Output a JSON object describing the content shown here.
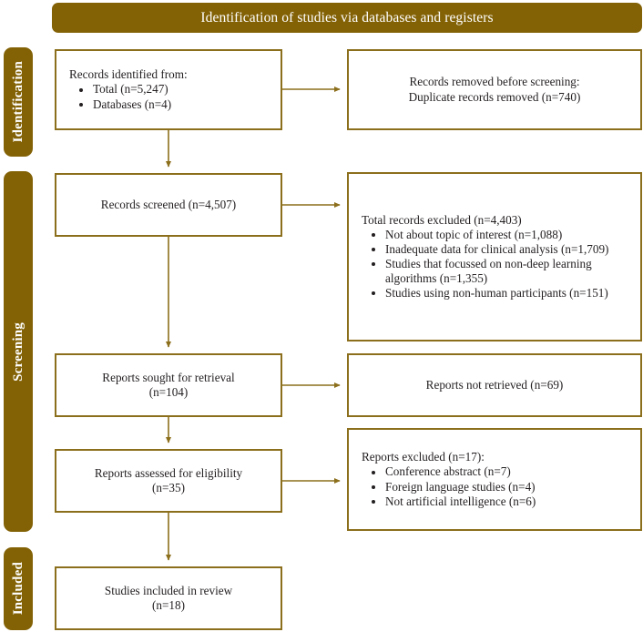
{
  "header": {
    "title": "Identification of studies via databases and registers"
  },
  "stages": [
    {
      "id": "identification",
      "label": "Identification"
    },
    {
      "id": "screening",
      "label": "Screening"
    },
    {
      "id": "included",
      "label": "Included"
    }
  ],
  "colors": {
    "stage_bar_fill": "#836206",
    "header_fill": "#836206",
    "stage_label_text": "#ffffff",
    "box_border": "#8c6f1c",
    "box_fill": "#ffffff",
    "body_text": "#231f20",
    "connector": "#8c6f1c"
  },
  "boxes": {
    "records_identified": {
      "heading": "Records identified from:",
      "items": [
        "Total (n=5,247)",
        "Databases (n=4)"
      ]
    },
    "records_removed": {
      "line1": "Records removed before screening:",
      "line2": "Duplicate records removed (n=740)"
    },
    "records_screened": {
      "line1": "Records screened (n=4,507)"
    },
    "records_excluded": {
      "heading": "Total records excluded (n=4,403)",
      "items": [
        "Not about topic of interest (n=1,088)",
        "Inadequate data for clinical analysis (n=1,709)",
        "Studies that focussed on non-deep learning algorithms (n=1,355)",
        "Studies using non-human participants (n=151)"
      ]
    },
    "reports_sought": {
      "line1": "Reports sought for retrieval",
      "line2": "(n=104)"
    },
    "reports_not_retrieved": {
      "line1": "Reports not retrieved (n=69)"
    },
    "reports_assessed": {
      "line1": "Reports assessed for eligibility",
      "line2": "(n=35)"
    },
    "reports_excluded": {
      "heading": "Reports excluded (n=17):",
      "items": [
        "Conference abstract (n=7)",
        "Foreign language studies (n=4)",
        "Not artificial intelligence (n=6)"
      ]
    },
    "studies_included": {
      "line1": "Studies included in review",
      "line2": "(n=18)"
    }
  },
  "chart_data": {
    "type": "diagram",
    "diagram_kind": "prisma-flow",
    "title": "Identification of studies via databases and registers",
    "nodes": [
      {
        "id": "records_identified",
        "stage": "Identification",
        "column": "left",
        "n_total": 5247,
        "n_databases": 4
      },
      {
        "id": "records_removed",
        "stage": "Identification",
        "column": "right",
        "n_duplicates": 740
      },
      {
        "id": "records_screened",
        "stage": "Screening",
        "column": "left",
        "n": 4507
      },
      {
        "id": "records_excluded",
        "stage": "Screening",
        "column": "right",
        "n": 4403,
        "breakdown": [
          {
            "reason": "Not about topic of interest",
            "n": 1088
          },
          {
            "reason": "Inadequate data for clinical analysis",
            "n": 1709
          },
          {
            "reason": "Studies that focussed on non-deep learning algorithms",
            "n": 1355
          },
          {
            "reason": "Studies using non-human participants",
            "n": 151
          }
        ]
      },
      {
        "id": "reports_sought",
        "stage": "Screening",
        "column": "left",
        "n": 104
      },
      {
        "id": "reports_not_retrieved",
        "stage": "Screening",
        "column": "right",
        "n": 69
      },
      {
        "id": "reports_assessed",
        "stage": "Screening",
        "column": "left",
        "n": 35
      },
      {
        "id": "reports_excluded",
        "stage": "Screening",
        "column": "right",
        "n": 17,
        "breakdown": [
          {
            "reason": "Conference abstract",
            "n": 7
          },
          {
            "reason": "Foreign language studies",
            "n": 4
          },
          {
            "reason": "Not artificial intelligence",
            "n": 6
          }
        ]
      },
      {
        "id": "studies_included",
        "stage": "Included",
        "column": "left",
        "n": 18
      }
    ],
    "edges": [
      {
        "from": "records_identified",
        "to": "records_removed",
        "direction": "right"
      },
      {
        "from": "records_identified",
        "to": "records_screened",
        "direction": "down"
      },
      {
        "from": "records_screened",
        "to": "records_excluded",
        "direction": "right"
      },
      {
        "from": "records_screened",
        "to": "reports_sought",
        "direction": "down"
      },
      {
        "from": "reports_sought",
        "to": "reports_not_retrieved",
        "direction": "right"
      },
      {
        "from": "reports_sought",
        "to": "reports_assessed",
        "direction": "down"
      },
      {
        "from": "reports_assessed",
        "to": "reports_excluded",
        "direction": "right"
      },
      {
        "from": "reports_assessed",
        "to": "studies_included",
        "direction": "down"
      }
    ]
  }
}
